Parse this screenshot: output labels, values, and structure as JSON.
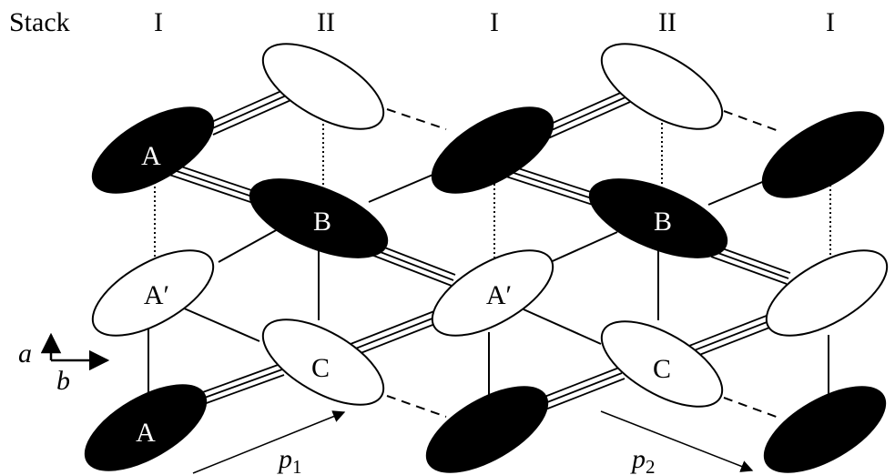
{
  "header": {
    "stack_word": "Stack",
    "stacks": [
      "I",
      "II",
      "I",
      "II",
      "I"
    ]
  },
  "molecule_labels": {
    "A_top": "A",
    "B_first": "B",
    "A_prime_first": "A′",
    "C_first": "C",
    "A_bottom": "A",
    "B_second": "B",
    "A_prime_second": "A′",
    "C_second": "C"
  },
  "axes": {
    "a": "a",
    "b": "b"
  },
  "vectors": {
    "p1": "p",
    "p1_sub": "1",
    "p2": "p",
    "p2_sub": "2"
  },
  "colors": {
    "filled": "#000000",
    "open": "#ffffff",
    "line": "#000000"
  }
}
